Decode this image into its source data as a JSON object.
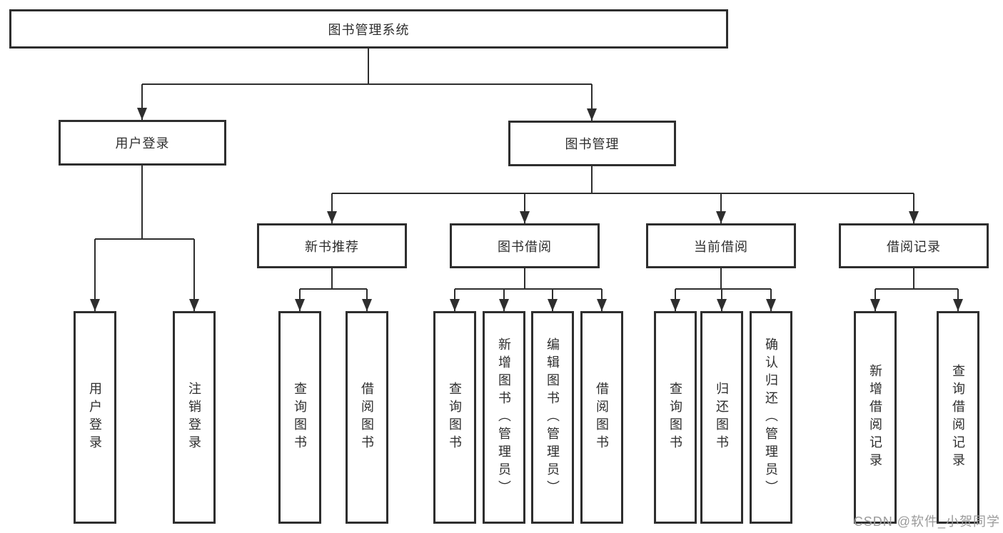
{
  "colors": {
    "line": "#2e2e2e",
    "box_border": "#2e2e2e",
    "text": "#2e2e2e",
    "watermark": "#9b9b9b",
    "background": "#ffffff"
  },
  "root": {
    "label": "图书管理系统"
  },
  "level2": {
    "user_login": {
      "label": "用户登录"
    },
    "book_mgmt": {
      "label": "图书管理"
    }
  },
  "level3": {
    "new_books": {
      "label": "新书推荐"
    },
    "borrow": {
      "label": "图书借阅"
    },
    "current": {
      "label": "当前借阅"
    },
    "records": {
      "label": "借阅记录"
    }
  },
  "leaves": {
    "user_login": [
      {
        "label": "用户登录"
      },
      {
        "label": "注销登录"
      }
    ],
    "new_books": [
      {
        "label": "查询图书"
      },
      {
        "label": "借阅图书"
      }
    ],
    "borrow": [
      {
        "label": "查询图书"
      },
      {
        "label": "新增图书（管理员）"
      },
      {
        "label": "编辑图书（管理员）"
      },
      {
        "label": "借阅图书"
      }
    ],
    "current": [
      {
        "label": "查询图书"
      },
      {
        "label": "归还图书"
      },
      {
        "label": "确认归还（管理员）"
      }
    ],
    "records": [
      {
        "label": "新增借阅记录"
      },
      {
        "label": "查询借阅记录"
      }
    ]
  },
  "watermark": "CSDN @软件_小贺同学"
}
